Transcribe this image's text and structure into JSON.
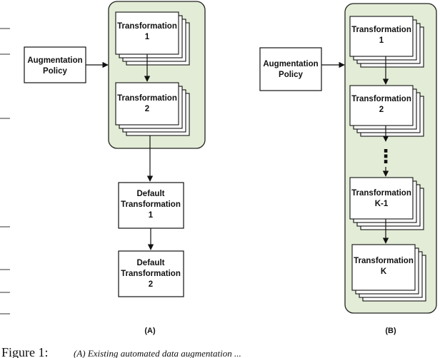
{
  "panel_a": {
    "label": "(A)",
    "policy": [
      "Augmentation",
      "Policy"
    ],
    "t1": [
      "Transformation",
      "1"
    ],
    "t2": [
      "Transformation",
      "2"
    ],
    "d1": [
      "Default",
      "Transformation",
      "1"
    ],
    "d2": [
      "Default",
      "Transformation",
      "2"
    ]
  },
  "panel_b": {
    "label": "(B)",
    "policy": [
      "Augmentation",
      "Policy"
    ],
    "t1": [
      "Transformation",
      "1"
    ],
    "t2": [
      "Transformation",
      "2"
    ],
    "ellipsis": "⋮",
    "tk1": [
      "Transformation",
      "K-1"
    ],
    "tk": [
      "Transformation",
      "K"
    ]
  },
  "caption": {
    "prefix": "Figure 1:",
    "text": "(A) Existing automated data augmentation ..."
  },
  "colors": {
    "panel_fill": "#e3ecd6",
    "panel_stroke": "#222222",
    "box_fill": "#ffffff",
    "box_stroke": "#111111"
  }
}
